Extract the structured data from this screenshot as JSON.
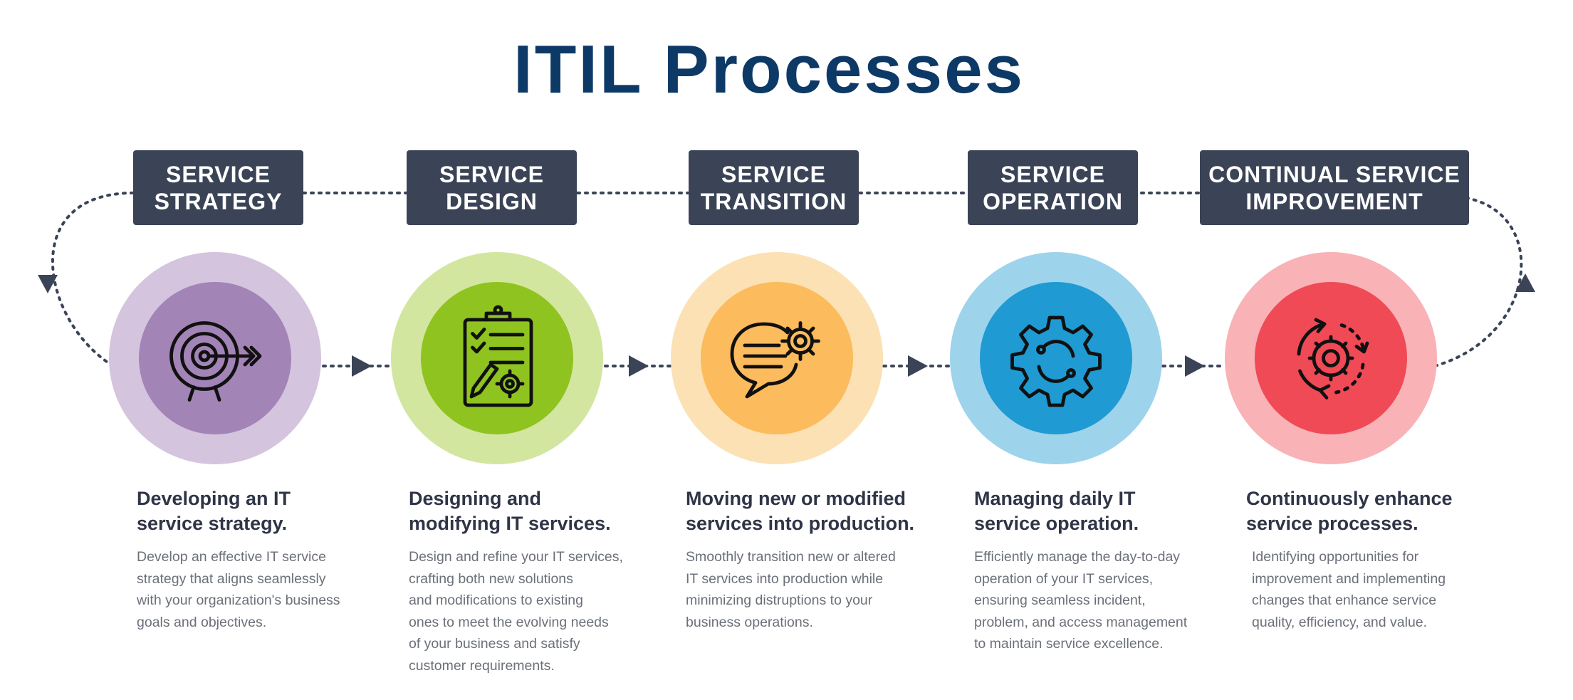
{
  "title": "ITIL Processes",
  "colors": {
    "title": "#0d3966",
    "label_bg": "#3b4457",
    "connector": "#3b4457"
  },
  "phases": [
    {
      "label": "SERVICE\nSTRATEGY",
      "heading": "Developing an IT\nservice strategy.",
      "description": "Develop an effective IT service\nstrategy that aligns seamlessly\nwith your organization's business\ngoals and objectives.",
      "icon": "target-arrow-icon",
      "ring_color": "#d4c4de",
      "core_color": "#a384b7"
    },
    {
      "label": "SERVICE\nDESIGN",
      "heading": "Designing and\nmodifying IT services.",
      "description": "Design and refine your IT services,\ncrafting both new solutions\nand modifications to existing\nones to meet the evolving needs\nof your business and satisfy\ncustomer requirements.",
      "icon": "clipboard-checklist-icon",
      "ring_color": "#d3e6a0",
      "core_color": "#8fc31f"
    },
    {
      "label": "SERVICE\nTRANSITION",
      "heading": "Moving new or modified\nservices into production.",
      "description": "Smoothly transition new or altered\nIT services into production while\nminimizing distruptions to your\nbusiness operations.",
      "icon": "chat-gear-icon",
      "ring_color": "#fbe1b3",
      "core_color": "#fcbb5c"
    },
    {
      "label": "SERVICE\nOPERATION",
      "heading": "Managing daily IT\nservice operation.",
      "description": "Efficiently manage the day-to-day\noperation of your IT services,\nensuring seamless incident,\nproblem, and access management\nto maintain service excellence.",
      "icon": "gear-cycle-icon",
      "ring_color": "#9ed3ec",
      "core_color": "#1f9ad2"
    },
    {
      "label": "CONTINUAL SERVICE\nIMPROVEMENT",
      "heading": "Continuously enhance\nservice processes.",
      "description": "Identifying opportunities for\nimprovement and implementing\nchanges that enhance service\nquality, efficiency, and value.",
      "icon": "gear-refresh-icon",
      "ring_color": "#f9b2b6",
      "core_color": "#ef4a56"
    }
  ]
}
